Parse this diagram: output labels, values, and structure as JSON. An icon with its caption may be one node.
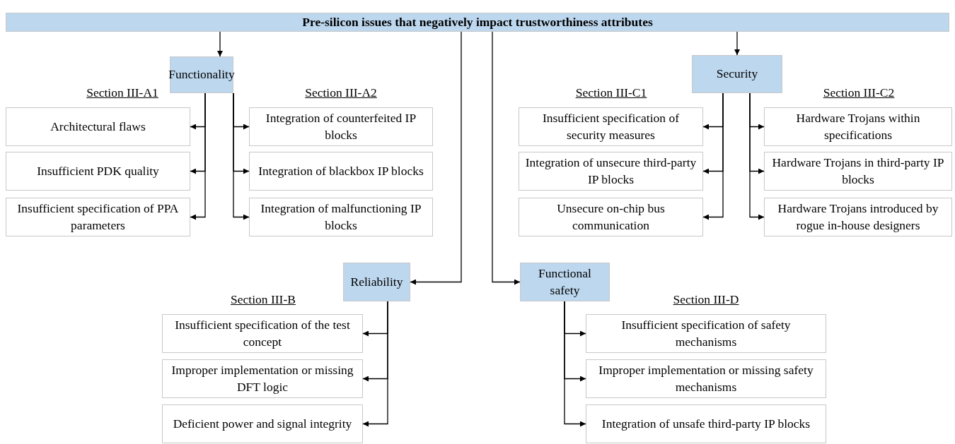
{
  "diagram": {
    "nodes": [
      {
        "text": [
          "Pre-silicon issues that negatively impact trustworthiness attributes"
        ]
      },
      {
        "text": [
          "Functionality"
        ]
      },
      {
        "text": [
          "Security"
        ]
      },
      {
        "text": [
          "Architectural flaws"
        ]
      },
      {
        "text": [
          "Insufficient PDK quality"
        ]
      },
      {
        "text": [
          "Insufficient specification of PPA parameters"
        ]
      },
      {
        "text": [
          "Integration of counterfeited IP blocks"
        ]
      },
      {
        "text": [
          "Integration of blackbox IP blocks"
        ]
      },
      {
        "text": [
          "Integration of malfunctioning IP blocks"
        ]
      },
      {
        "text": [
          "Insufficient specification of security measures"
        ]
      },
      {
        "text": [
          "Integration of unsecure third-party IP blocks"
        ]
      },
      {
        "text": [
          "Unsecure on-chip bus communication"
        ]
      },
      {
        "text": [
          "Hardware Trojans within specifications"
        ]
      },
      {
        "text": [
          "Hardware Trojans in third-party IP blocks"
        ]
      },
      {
        "text": [
          "Hardware Trojans introduced by rogue in-house designers"
        ]
      },
      {
        "text": [
          "Reliability"
        ]
      },
      {
        "text": [
          "Functional safety"
        ]
      },
      {
        "text": [
          "Insufficient specification of the test concept"
        ]
      },
      {
        "text": [
          "Improper implementation or missing  DFT logic"
        ]
      },
      {
        "text": [
          "Deficient power and signal integrity"
        ]
      },
      {
        "text": [
          "Insufficient specification of safety mechanisms"
        ]
      },
      {
        "text": [
          "Improper implementation or missing safety mechanisms"
        ]
      },
      {
        "text": [
          "Integration of unsafe third-party IP blocks"
        ]
      }
    ],
    "edges": [
      {
        "from": 0,
        "to": 1,
        "arrow": "to"
      },
      {
        "from": 0,
        "to": 2,
        "arrow": "to"
      },
      {
        "from": 0,
        "to": 15,
        "arrow": "to"
      },
      {
        "from": 0,
        "to": 16,
        "arrow": "to"
      },
      {
        "from": 1,
        "to": 3,
        "arrow": "to"
      },
      {
        "from": 1,
        "to": 4,
        "arrow": "to"
      },
      {
        "from": 1,
        "to": 5,
        "arrow": "to"
      },
      {
        "from": 1,
        "to": 6,
        "arrow": "to"
      },
      {
        "from": 1,
        "to": 7,
        "arrow": "to"
      },
      {
        "from": 1,
        "to": 8,
        "arrow": "to"
      },
      {
        "from": 2,
        "to": 9,
        "arrow": "to"
      },
      {
        "from": 2,
        "to": 10,
        "arrow": "to"
      },
      {
        "from": 2,
        "to": 11,
        "arrow": "to"
      },
      {
        "from": 2,
        "to": 12,
        "arrow": "to"
      },
      {
        "from": 2,
        "to": 13,
        "arrow": "to"
      },
      {
        "from": 2,
        "to": 14,
        "arrow": "to"
      },
      {
        "from": 15,
        "to": 17,
        "arrow": "to"
      },
      {
        "from": 15,
        "to": 18,
        "arrow": "to"
      },
      {
        "from": 15,
        "to": 19,
        "arrow": "to"
      },
      {
        "from": 16,
        "to": 20,
        "arrow": "to"
      },
      {
        "from": 16,
        "to": 21,
        "arrow": "to"
      },
      {
        "from": 16,
        "to": 22,
        "arrow": "to"
      }
    ],
    "labels": [
      "Section III-A1",
      "Section III-A2",
      "Section III-C1",
      "Section III-C2",
      "Section III-B",
      "Section III-D"
    ]
  }
}
